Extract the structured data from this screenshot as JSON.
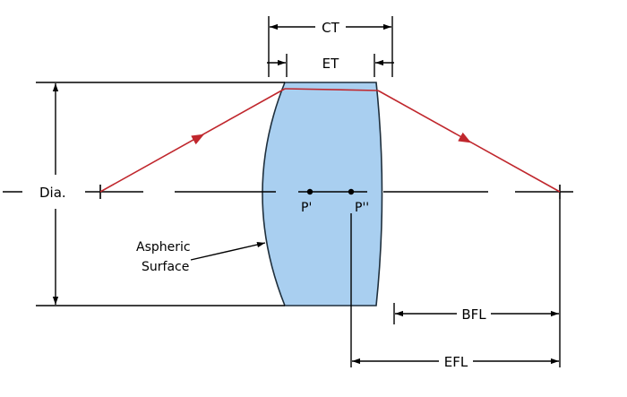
{
  "labels": {
    "ct": "CT",
    "et": "ET",
    "dia": "Dia.",
    "p_prime": "P'",
    "p_double_prime": "P''",
    "aspheric_line1": "Aspheric",
    "aspheric_line2": "Surface",
    "bfl": "BFL",
    "efl": "EFL"
  },
  "colors": {
    "lens_fill": "#a9cff0",
    "lens_stroke": "#1f2f3c",
    "ray": "#c0272d",
    "line": "#000000"
  }
}
